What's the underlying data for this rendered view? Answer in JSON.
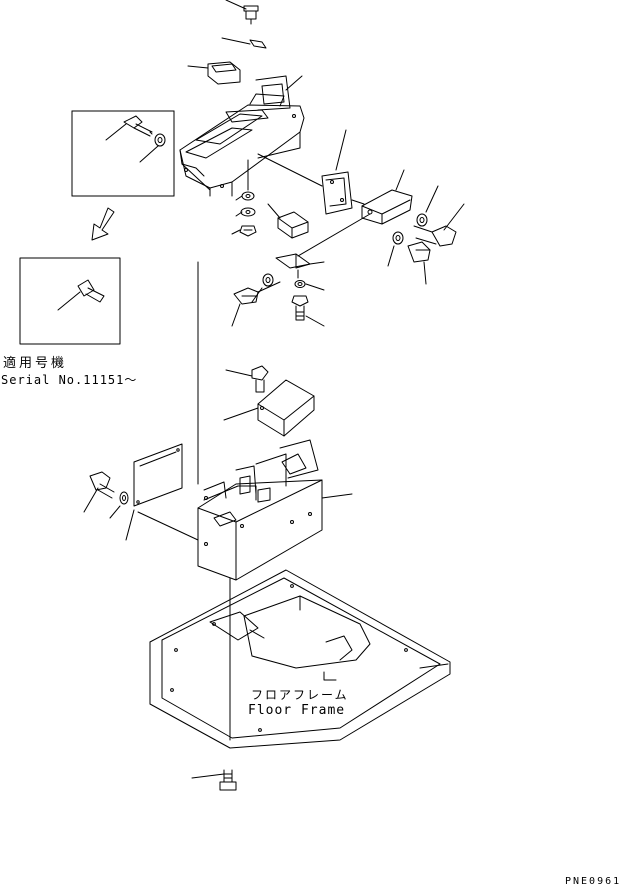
{
  "labels": {
    "applicable_jp": "適用号機",
    "serial": "Serial No.11151～",
    "floor_frame_jp": "フロアフレーム",
    "floor_frame_en": "Floor Frame",
    "drawing_no": "PNE0961"
  },
  "colors": {
    "line": "#000000",
    "background": "#ffffff"
  }
}
